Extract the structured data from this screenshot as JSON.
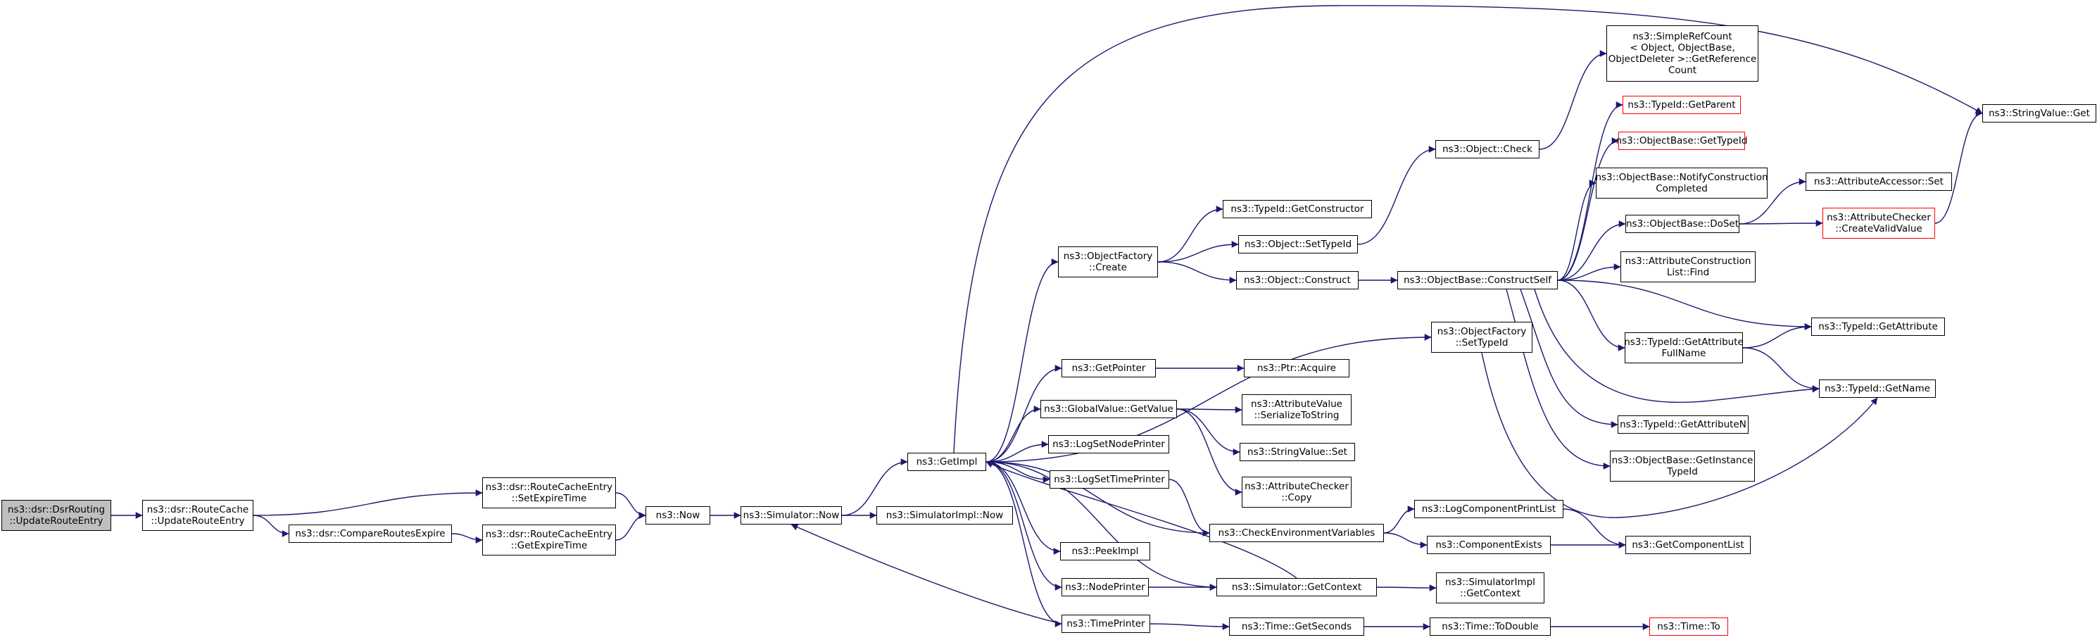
{
  "colors": {
    "edge": "#191970",
    "node_border": "#000000",
    "node_border_truncated": "#ff0000",
    "root_fill": "#bfbfbf"
  },
  "nodes": [
    {
      "id": "root",
      "label": "ns3::dsr::DsrRouting\n::UpdateRouteEntry",
      "style": "root"
    },
    {
      "id": "routecache_update",
      "label": "ns3::dsr::RouteCache\n::UpdateRouteEntry"
    },
    {
      "id": "rce_setexpire",
      "label": "ns3::dsr::RouteCacheEntry\n::SetExpireTime"
    },
    {
      "id": "compare_routes",
      "label": "ns3::dsr::CompareRoutesExpire"
    },
    {
      "id": "rce_getexpire",
      "label": "ns3::dsr::RouteCacheEntry\n::GetExpireTime"
    },
    {
      "id": "now",
      "label": "ns3::Now"
    },
    {
      "id": "sim_now",
      "label": "ns3::Simulator::Now"
    },
    {
      "id": "simimpl_now",
      "label": "ns3::SimulatorImpl::Now"
    },
    {
      "id": "getimpl",
      "label": "ns3::GetImpl"
    },
    {
      "id": "objfactory_create",
      "label": "ns3::ObjectFactory\n::Create"
    },
    {
      "id": "typeid_getctor",
      "label": "ns3::TypeId::GetConstructor"
    },
    {
      "id": "object_settypeid",
      "label": "ns3::Object::SetTypeId"
    },
    {
      "id": "object_construct",
      "label": "ns3::Object::Construct"
    },
    {
      "id": "object_check",
      "label": "ns3::Object::Check"
    },
    {
      "id": "refcount",
      "label": "ns3::SimpleRefCount\n< Object, ObjectBase,\nObjectDeleter >::GetReference\nCount"
    },
    {
      "id": "objbase_constructself",
      "label": "ns3::ObjectBase::ConstructSelf"
    },
    {
      "id": "typeid_getparent",
      "label": "ns3::TypeId::GetParent",
      "style": "red"
    },
    {
      "id": "objbase_gettypeid",
      "label": "ns3::ObjectBase::GetTypeId",
      "style": "red"
    },
    {
      "id": "objbase_notify",
      "label": "ns3::ObjectBase::NotifyConstruction\nCompleted"
    },
    {
      "id": "objbase_doset",
      "label": "ns3::ObjectBase::DoSet"
    },
    {
      "id": "attr_accessor_set",
      "label": "ns3::AttributeAccessor::Set"
    },
    {
      "id": "attr_checker_cvv",
      "label": "ns3::AttributeChecker\n::CreateValidValue",
      "style": "red"
    },
    {
      "id": "stringvalue_get",
      "label": "ns3::StringValue::Get"
    },
    {
      "id": "attr_construction_find",
      "label": "ns3::AttributeConstruction\nList::Find"
    },
    {
      "id": "typeid_getattribute",
      "label": "ns3::TypeId::GetAttribute"
    },
    {
      "id": "typeid_getattrfullname",
      "label": "ns3::TypeId::GetAttribute\nFullName"
    },
    {
      "id": "typeid_getname",
      "label": "ns3::TypeId::GetName"
    },
    {
      "id": "typeid_getattributen",
      "label": "ns3::TypeId::GetAttributeN"
    },
    {
      "id": "objbase_getinstancetypeid",
      "label": "ns3::ObjectBase::GetInstance\nTypeId"
    },
    {
      "id": "objfactory_settypeid",
      "label": "ns3::ObjectFactory\n::SetTypeId"
    },
    {
      "id": "getpointer",
      "label": "ns3::GetPointer"
    },
    {
      "id": "ptr_acquire",
      "label": "ns3::Ptr::Acquire"
    },
    {
      "id": "globalvalue_getvalue",
      "label": "ns3::GlobalValue::GetValue"
    },
    {
      "id": "attrvalue_serialize",
      "label": "ns3::AttributeValue\n::SerializeToString"
    },
    {
      "id": "stringvalue_set",
      "label": "ns3::StringValue::Set"
    },
    {
      "id": "attrchecker_copy",
      "label": "ns3::AttributeChecker\n::Copy"
    },
    {
      "id": "logsetnodeprinter",
      "label": "ns3::LogSetNodePrinter"
    },
    {
      "id": "logsettimeprinter",
      "label": "ns3::LogSetTimePrinter"
    },
    {
      "id": "check_env",
      "label": "ns3::CheckEnvironmentVariables"
    },
    {
      "id": "logcomponentprintlist",
      "label": "ns3::LogComponentPrintList"
    },
    {
      "id": "componentexists",
      "label": "ns3::ComponentExists"
    },
    {
      "id": "getcomponentlist",
      "label": "ns3::GetComponentList"
    },
    {
      "id": "peekimpl",
      "label": "ns3::PeekImpl"
    },
    {
      "id": "nodeprinter",
      "label": "ns3::NodePrinter"
    },
    {
      "id": "sim_getcontext",
      "label": "ns3::Simulator::GetContext"
    },
    {
      "id": "simimpl_getcontext",
      "label": "ns3::SimulatorImpl\n::GetContext"
    },
    {
      "id": "timeprinter",
      "label": "ns3::TimePrinter"
    },
    {
      "id": "time_getseconds",
      "label": "ns3::Time::GetSeconds"
    },
    {
      "id": "time_todouble",
      "label": "ns3::Time::ToDouble"
    },
    {
      "id": "time_to",
      "label": "ns3::Time::To",
      "style": "red"
    }
  ],
  "edges": [
    [
      "root",
      "routecache_update"
    ],
    [
      "routecache_update",
      "rce_setexpire"
    ],
    [
      "routecache_update",
      "compare_routes"
    ],
    [
      "compare_routes",
      "rce_getexpire"
    ],
    [
      "rce_setexpire",
      "now"
    ],
    [
      "rce_getexpire",
      "now"
    ],
    [
      "now",
      "sim_now"
    ],
    [
      "sim_now",
      "simimpl_now"
    ],
    [
      "sim_now",
      "getimpl"
    ],
    [
      "getimpl",
      "stringvalue_get"
    ],
    [
      "getimpl",
      "objfactory_create"
    ],
    [
      "getimpl",
      "objfactory_settypeid"
    ],
    [
      "getimpl",
      "getpointer"
    ],
    [
      "getimpl",
      "globalvalue_getvalue"
    ],
    [
      "getimpl",
      "logsetnodeprinter"
    ],
    [
      "getimpl",
      "logsettimeprinter"
    ],
    [
      "getimpl",
      "check_env"
    ],
    [
      "getimpl",
      "peekimpl"
    ],
    [
      "getimpl",
      "nodeprinter"
    ],
    [
      "getimpl",
      "sim_getcontext"
    ],
    [
      "getimpl",
      "timeprinter"
    ],
    [
      "objfactory_create",
      "typeid_getctor"
    ],
    [
      "objfactory_create",
      "object_settypeid"
    ],
    [
      "objfactory_create",
      "object_construct"
    ],
    [
      "object_settypeid",
      "object_check"
    ],
    [
      "object_check",
      "refcount"
    ],
    [
      "object_construct",
      "objbase_constructself"
    ],
    [
      "objbase_constructself",
      "typeid_getparent"
    ],
    [
      "objbase_constructself",
      "objbase_gettypeid"
    ],
    [
      "objbase_constructself",
      "objbase_notify"
    ],
    [
      "objbase_constructself",
      "objbase_doset"
    ],
    [
      "objbase_constructself",
      "attr_construction_find"
    ],
    [
      "objbase_constructself",
      "typeid_getattribute"
    ],
    [
      "objbase_constructself",
      "typeid_getattrfullname"
    ],
    [
      "objbase_constructself",
      "typeid_getname"
    ],
    [
      "objbase_constructself",
      "typeid_getattributen"
    ],
    [
      "objbase_constructself",
      "objbase_getinstancetypeid"
    ],
    [
      "objbase_doset",
      "attr_accessor_set"
    ],
    [
      "objbase_doset",
      "attr_checker_cvv"
    ],
    [
      "attr_checker_cvv",
      "stringvalue_get"
    ],
    [
      "typeid_getattrfullname",
      "typeid_getattribute"
    ],
    [
      "typeid_getattrfullname",
      "typeid_getname"
    ],
    [
      "objfactory_settypeid",
      "typeid_getname"
    ],
    [
      "getpointer",
      "ptr_acquire"
    ],
    [
      "globalvalue_getvalue",
      "attrvalue_serialize"
    ],
    [
      "globalvalue_getvalue",
      "stringvalue_set"
    ],
    [
      "globalvalue_getvalue",
      "attrchecker_copy"
    ],
    [
      "logsettimeprinter",
      "check_env"
    ],
    [
      "check_env",
      "logcomponentprintlist"
    ],
    [
      "check_env",
      "componentexists"
    ],
    [
      "logcomponentprintlist",
      "getcomponentlist"
    ],
    [
      "componentexists",
      "getcomponentlist"
    ],
    [
      "nodeprinter",
      "sim_getcontext"
    ],
    [
      "sim_getcontext",
      "getimpl"
    ],
    [
      "sim_getcontext",
      "simimpl_getcontext"
    ],
    [
      "timeprinter",
      "sim_now"
    ],
    [
      "timeprinter",
      "time_getseconds"
    ],
    [
      "time_getseconds",
      "time_todouble"
    ],
    [
      "time_todouble",
      "time_to"
    ]
  ]
}
